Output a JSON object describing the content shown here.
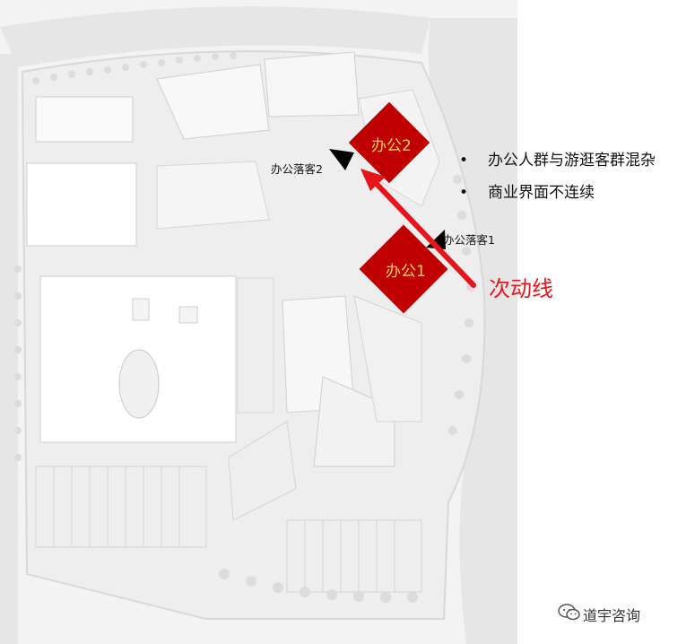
{
  "offices": {
    "office_2": "办公2",
    "office_1": "办公1"
  },
  "drop_off": {
    "drop_2": "办公落客2",
    "drop_1": "办公落客1"
  },
  "flow_label": "次动线",
  "notes": [
    "办公人群与游逛客群混杂",
    "商业界面不连续"
  ],
  "bullet_char": "•",
  "watermark": "道宇咨询",
  "colors": {
    "office_fill": "#c00000",
    "office_text": "#ffd84a",
    "flow_arrow": "#e8141c",
    "drop_marker": "#000000"
  }
}
